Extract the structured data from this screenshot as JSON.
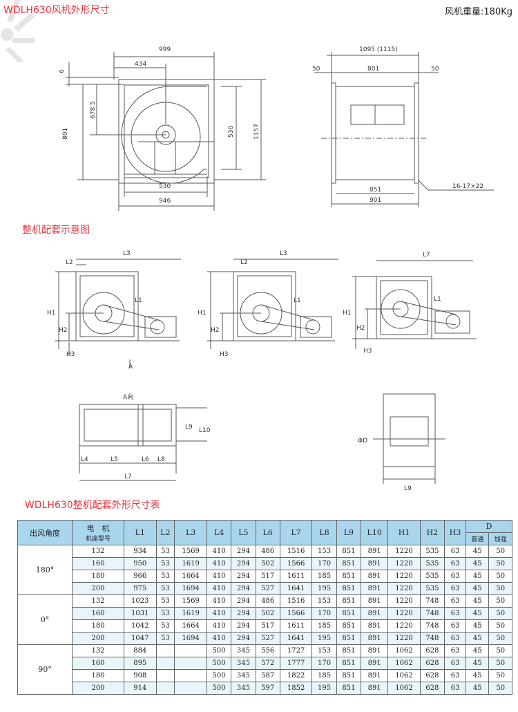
{
  "header": {
    "title": "WDLH630风机外形尺寸",
    "weight": "风机重量:180Kg"
  },
  "section_titles": {
    "assembly": "整机配套示意图",
    "table": "WDLH630整机配套外形尺寸表"
  },
  "drawing1": {
    "d999": "999",
    "d434": "434",
    "d6": "6",
    "d801": "801",
    "d678": "678.5",
    "d530v": "530",
    "d1157": "1157",
    "d530h": "530",
    "d946": "946"
  },
  "drawing2": {
    "d1095": "1095 (1115)",
    "d50a": "50",
    "d801": "801",
    "d50b": "50",
    "d851": "851",
    "d901": "901",
    "holes": "16-17×22"
  },
  "assembly_labels": {
    "L1": "L1",
    "L2": "L2",
    "L3": "L3",
    "L4": "L4",
    "L5": "L5",
    "L6": "L6",
    "L7": "L7",
    "L8": "L8",
    "L9": "L9",
    "L10": "L10",
    "H1": "H1",
    "H2": "H2",
    "H3": "H3",
    "A": "A",
    "A_view": "A向",
    "phiD": "ΦD"
  },
  "table": {
    "headers": {
      "angle": "出风角度",
      "motor_top": "电　机",
      "motor_bottom": "机座型号",
      "cols": [
        "L1",
        "L2",
        "L3",
        "L4",
        "L5",
        "L6",
        "L7",
        "L8",
        "L9",
        "L10",
        "H1",
        "H2",
        "H3"
      ],
      "D": "D",
      "D_normal": "普通",
      "D_strong": "加强"
    },
    "groups": [
      {
        "angle": "180°",
        "rows": [
          [
            "132",
            "934",
            "53",
            "1569",
            "410",
            "294",
            "486",
            "1516",
            "153",
            "851",
            "891",
            "1220",
            "535",
            "63",
            "45",
            "50"
          ],
          [
            "160",
            "950",
            "53",
            "1619",
            "410",
            "294",
            "502",
            "1566",
            "170",
            "851",
            "891",
            "1220",
            "535",
            "63",
            "45",
            "50"
          ],
          [
            "180",
            "966",
            "53",
            "1664",
            "410",
            "294",
            "517",
            "1611",
            "185",
            "851",
            "891",
            "1220",
            "535",
            "63",
            "45",
            "50"
          ],
          [
            "200",
            "975",
            "53",
            "1694",
            "410",
            "294",
            "527",
            "1641",
            "195",
            "851",
            "891",
            "1220",
            "535",
            "63",
            "45",
            "50"
          ]
        ]
      },
      {
        "angle": "0°",
        "rows": [
          [
            "132",
            "1023",
            "53",
            "1569",
            "410",
            "294",
            "486",
            "1516",
            "153",
            "851",
            "891",
            "1220",
            "748",
            "63",
            "45",
            "50"
          ],
          [
            "160",
            "1031",
            "53",
            "1619",
            "410",
            "294",
            "502",
            "1566",
            "170",
            "851",
            "891",
            "1220",
            "748",
            "63",
            "45",
            "50"
          ],
          [
            "180",
            "1042",
            "53",
            "1664",
            "410",
            "294",
            "517",
            "1611",
            "185",
            "851",
            "891",
            "1220",
            "748",
            "63",
            "45",
            "50"
          ],
          [
            "200",
            "1047",
            "53",
            "1694",
            "410",
            "294",
            "527",
            "1641",
            "195",
            "851",
            "891",
            "1220",
            "748",
            "63",
            "45",
            "50"
          ]
        ]
      },
      {
        "angle": "90°",
        "rows": [
          [
            "132",
            "884",
            "",
            "",
            "500",
            "345",
            "556",
            "1727",
            "153",
            "851",
            "891",
            "1062",
            "628",
            "63",
            "45",
            "50"
          ],
          [
            "160",
            "895",
            "",
            "",
            "500",
            "345",
            "572",
            "1777",
            "170",
            "851",
            "891",
            "1062",
            "628",
            "63",
            "45",
            "50"
          ],
          [
            "180",
            "908",
            "",
            "",
            "500",
            "345",
            "587",
            "1822",
            "185",
            "851",
            "891",
            "1062",
            "628",
            "63",
            "45",
            "50"
          ],
          [
            "200",
            "914",
            "",
            "",
            "500",
            "345",
            "597",
            "1852",
            "195",
            "851",
            "891",
            "1062",
            "628",
            "63",
            "45",
            "50"
          ]
        ]
      }
    ]
  }
}
